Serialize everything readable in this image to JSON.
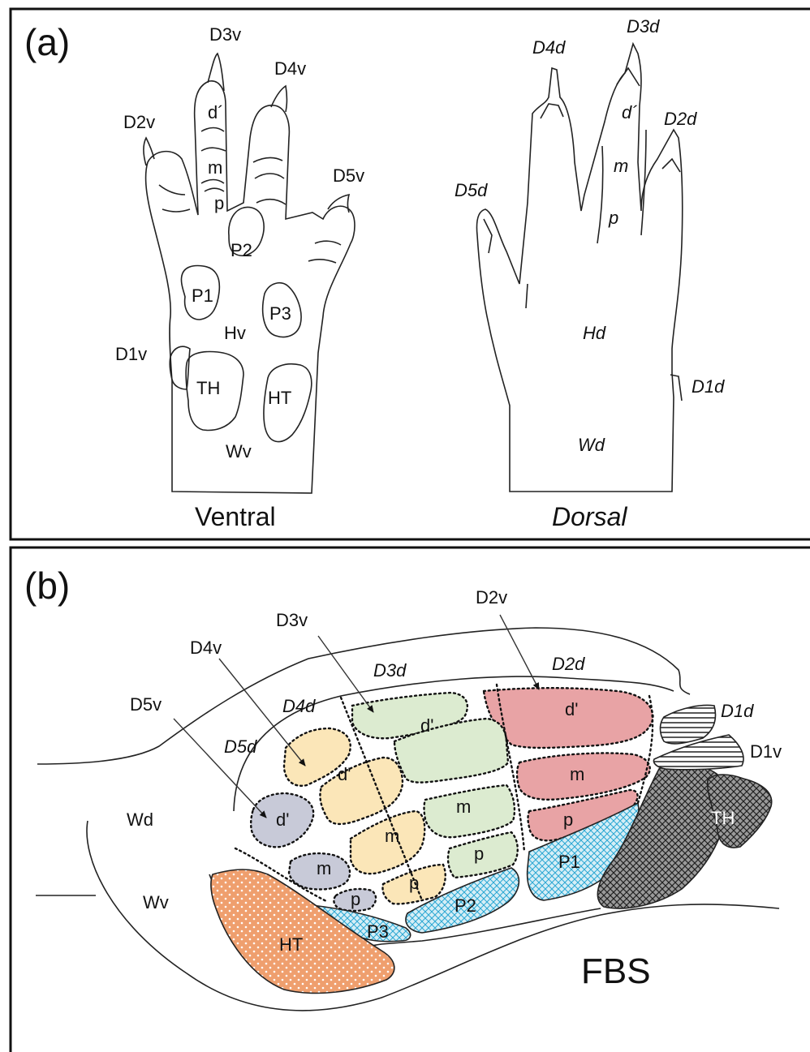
{
  "panel_a": {
    "letter": "(a)",
    "ventral": {
      "caption": "Ventral",
      "labels": {
        "D3v": "D3v",
        "D4v": "D4v",
        "D2v": "D2v",
        "D5v": "D5v",
        "D1v": "D1v",
        "dprime": "d´",
        "m": "m",
        "p": "p",
        "P1": "P1",
        "P2": "P2",
        "P3": "P3",
        "Hv": "Hv",
        "TH": "TH",
        "HT": "HT",
        "Wv": "Wv"
      }
    },
    "dorsal": {
      "caption": "Dorsal",
      "labels": {
        "D4d": "D4d",
        "D3d": "D3d",
        "D2d": "D2d",
        "D5d": "D5d",
        "D1d": "D1d",
        "dprime": "d´",
        "m": "m",
        "p": "p",
        "Hd": "Hd",
        "Wd": "Wd"
      }
    }
  },
  "panel_b": {
    "letter": "(b)",
    "caption": "FBS",
    "labels": {
      "D2v": "D2v",
      "D3v": "D3v",
      "D4v": "D4v",
      "D5v": "D5v",
      "D3d": "D3d",
      "D2d": "D2d",
      "D4d": "D4d",
      "D5d": "D5d",
      "D1d": "D1d",
      "D1v": "D1v",
      "Wd": "Wd",
      "Wv": "Wv",
      "HT": "HT",
      "TH": "TH",
      "P1": "P1",
      "P2": "P2",
      "P3": "P3",
      "d2_dp": "d'",
      "d2_m": "m",
      "d2_p": "p",
      "d3_dp": "d'",
      "d3_m": "m",
      "d3_p": "p",
      "d4_dp": "d'",
      "d4_m": "m",
      "d4_p": "p",
      "d5_dp": "d'",
      "d5_m": "m",
      "d5_p": "p"
    }
  },
  "colors": {
    "digit2": "#e8a3a5",
    "digit3": "#dcebd0",
    "digit4": "#fbe6b8",
    "digit5": "#c8cad8",
    "pads": "#9fd8ec",
    "thenar": "#8a8a8a",
    "hypothenar": "#ef9f6e"
  }
}
